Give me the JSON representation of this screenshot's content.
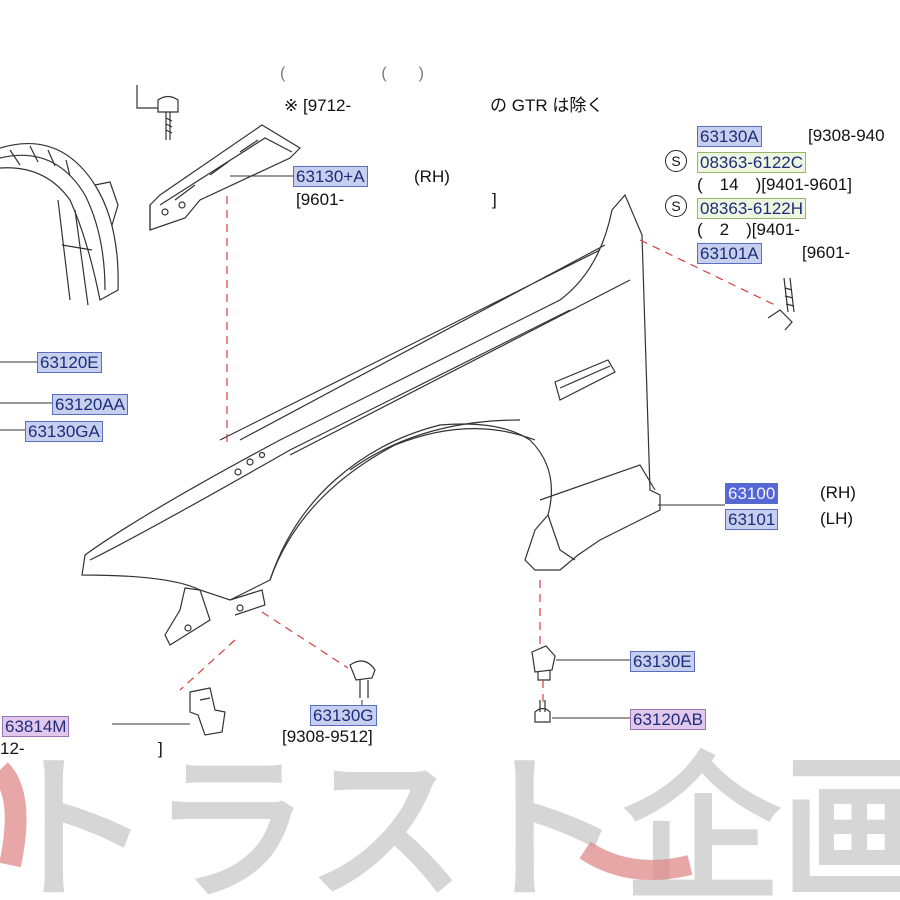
{
  "notes": {
    "top_cut": "(　　　　　　(　　)",
    "exclusion_prefix": "※ [9712-",
    "exclusion_suffix": "の GTR は除く"
  },
  "callouts": {
    "p63130A": "63130A",
    "p63130A_range": "[9308-940",
    "s_label": "S",
    "p08363_6122C": "08363-6122C",
    "qty_14": "(　14　)[9401-9601]",
    "p08363_6122H": "08363-6122H",
    "qty_2": "(　2　)[9401-",
    "p63101A": "63101A",
    "p63101A_range": "[9601-",
    "p63130plusA": "63130+A",
    "p63130plusA_side": "(RH)",
    "p63130plusA_range": "[9601-",
    "p63130plusA_close": "]",
    "p63120E": "63120E",
    "p63120AA": "63120AA",
    "p63130GA": "63130GA",
    "p63100": "63100",
    "p63100_side": "(RH)",
    "p63101": "63101",
    "p63101_side": "(LH)",
    "p63130E": "63130E",
    "p63120AB": "63120AB",
    "p63130G": "63130G",
    "p63130G_range": "[9308-9512]",
    "p63814M": "63814M",
    "p63814M_range": "12-",
    "p63814M_close": "]"
  },
  "watermark": {
    "text": "トラスト企画",
    "color": "#c9c9c9",
    "accent_color": "#e08a8a"
  },
  "colors": {
    "line": "#333333",
    "leader_dash": "#d64040",
    "label_fill": "#c7cfee",
    "label_selected": "#5567d6"
  }
}
